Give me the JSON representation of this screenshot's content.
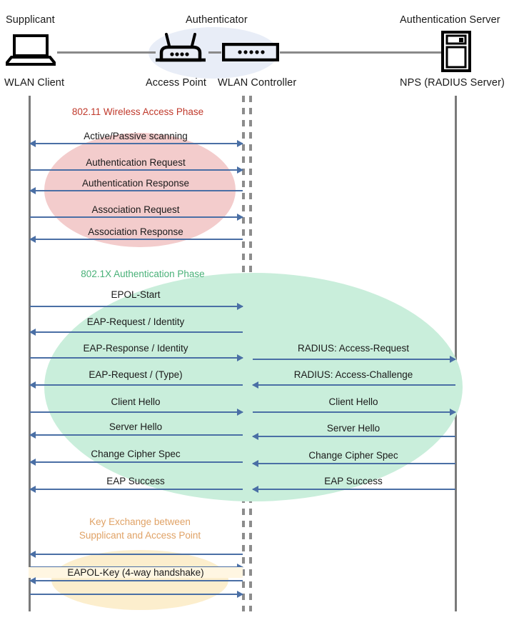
{
  "diagram": {
    "title": "802.1X / WPA Enterprise WLAN authentication sequence",
    "colors": {
      "arrow": "#4a6fa5",
      "lifeline": "#7a7a7a",
      "phase_red": "#c0392b",
      "phase_green": "#49b178",
      "phase_orange": "#e0a266",
      "blob_red": "#f3cccc",
      "blob_green": "#c9eedb",
      "blob_orange": "#fceecd",
      "authenticator_blob": "#e8edf7"
    }
  },
  "actors": [
    {
      "role": "Supplicant",
      "node": "WLAN Client",
      "icon": "laptop-icon"
    },
    {
      "role": "Authenticator",
      "node": "Access Point",
      "icon": "access-point-icon"
    },
    {
      "role": "",
      "node": "WLAN Controller",
      "icon": "wlan-controller-icon"
    },
    {
      "role": "Authentication Server",
      "node": "NPS (RADIUS Server)",
      "icon": "server-icon"
    }
  ],
  "phases": [
    {
      "id": "phase-80211",
      "label": "802.11 Wireless Access Phase",
      "color": "phase_red",
      "messages": [
        {
          "label": "Active/Passive scanning",
          "segment": "left",
          "direction": "both"
        },
        {
          "label": "Authentication Request",
          "segment": "left",
          "direction": "right"
        },
        {
          "label": "Authentication Response",
          "segment": "left",
          "direction": "left"
        },
        {
          "label": "Association Request",
          "segment": "left",
          "direction": "right"
        },
        {
          "label": "Association Response",
          "segment": "left",
          "direction": "left"
        }
      ]
    },
    {
      "id": "phase-8021x",
      "label": "802.1X Authentication Phase",
      "color": "phase_green",
      "messages": [
        {
          "label": "EPOL-Start",
          "segment": "left",
          "direction": "right"
        },
        {
          "label": "EAP-Request / Identity",
          "segment": "left",
          "direction": "left"
        },
        {
          "label": "EAP-Response / Identity",
          "segment": "left",
          "direction": "right"
        },
        {
          "label": "RADIUS: Access-Request",
          "segment": "right",
          "direction": "right"
        },
        {
          "label": "EAP-Request / (Type)",
          "segment": "left",
          "direction": "left"
        },
        {
          "label": "RADIUS: Access-Challenge",
          "segment": "right",
          "direction": "left"
        },
        {
          "label": "Client Hello",
          "segment": "left",
          "direction": "right"
        },
        {
          "label": "Client Hello",
          "segment": "right",
          "direction": "right"
        },
        {
          "label": "Server Hello",
          "segment": "left",
          "direction": "left"
        },
        {
          "label": "Server Hello",
          "segment": "right",
          "direction": "left"
        },
        {
          "label": "Change Cipher Spec",
          "segment": "left",
          "direction": "left"
        },
        {
          "label": "Change Cipher Spec",
          "segment": "right",
          "direction": "left"
        },
        {
          "label": "EAP Success",
          "segment": "left",
          "direction": "left"
        },
        {
          "label": "EAP Success",
          "segment": "right",
          "direction": "left"
        }
      ]
    },
    {
      "id": "phase-keyexchange",
      "label": "Key Exchange between\nSupplicant and Access Point",
      "label_line1": "Key Exchange between",
      "label_line2": "Supplicant and Access Point",
      "color": "phase_orange",
      "messages": [
        {
          "label": "",
          "segment": "left",
          "direction": "left"
        },
        {
          "label": "",
          "segment": "left",
          "direction": "right"
        },
        {
          "label": "EAPOL-Key (4-way handshake)",
          "segment": "left",
          "direction": "left"
        },
        {
          "label": "",
          "segment": "left",
          "direction": "right"
        }
      ]
    }
  ],
  "labels": {
    "p1_title": "802.11 Wireless Access Phase",
    "p1_m1": "Active/Passive scanning",
    "p1_m2": "Authentication Request",
    "p1_m3": "Authentication Response",
    "p1_m4": "Association Request",
    "p1_m5": "Association Response",
    "p2_title": "802.1X Authentication Phase",
    "p2_m1": "EPOL-Start",
    "p2_m2": "EAP-Request / Identity",
    "p2_m3": "EAP-Response / Identity",
    "p2_m4": "EAP-Request / (Type)",
    "p2_m5": "Client Hello",
    "p2_m6": "Server Hello",
    "p2_m7": "Change Cipher Spec",
    "p2_m8": "EAP Success",
    "p2_r1": "RADIUS: Access-Request",
    "p2_r2": "RADIUS: Access-Challenge",
    "p2_r3": "Client Hello",
    "p2_r4": "Server Hello",
    "p2_r5": "Change Cipher Spec",
    "p2_r6": "EAP Success",
    "p3_title_l1": "Key Exchange between",
    "p3_title_l2": "Supplicant and Access Point",
    "p3_m1": "EAPOL-Key (4-way handshake)",
    "a1_role": "Supplicant",
    "a1_node": "WLAN Client",
    "a2_role": "Authenticator",
    "a2_node": "Access Point",
    "a3_node": "WLAN Controller",
    "a4_role": "Authentication Server",
    "a4_node": "NPS (RADIUS Server)"
  }
}
